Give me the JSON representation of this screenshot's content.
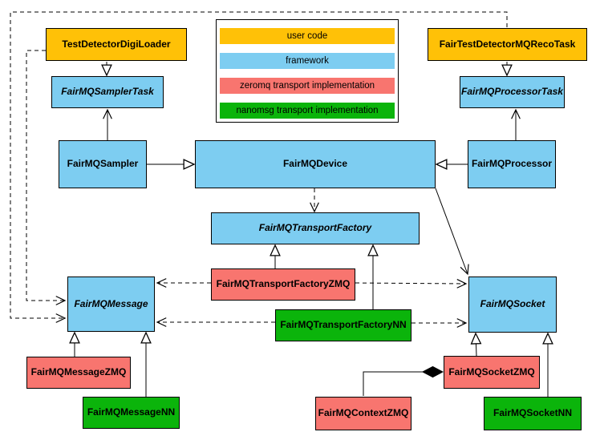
{
  "colors": {
    "user": "#FFC107",
    "framework": "#7DCDF1",
    "zmq": "#F8756F",
    "nn": "#0BB40B",
    "edge": "#000000",
    "background": "#FFFFFF"
  },
  "legend": {
    "items": [
      {
        "id": "user",
        "label": "user code"
      },
      {
        "id": "framework",
        "label": "framework"
      },
      {
        "id": "zmq",
        "label": "zeromq transport implementation"
      },
      {
        "id": "nn",
        "label": "nanomsg transport implementation"
      }
    ]
  },
  "nodes": {
    "testDetectorDigiLoader": {
      "label": "TestDetectorDigiLoader",
      "category": "user",
      "abstract": false
    },
    "fairTestDetectorMQRecoTask": {
      "label": "FairTestDetectorMQRecoTask",
      "category": "user",
      "abstract": false
    },
    "fairMQSamplerTask": {
      "label": "FairMQSamplerTask",
      "category": "framework",
      "abstract": true
    },
    "fairMQProcessorTask": {
      "label": "FairMQProcessorTask",
      "category": "framework",
      "abstract": true
    },
    "fairMQSampler": {
      "label": "FairMQSampler",
      "category": "framework",
      "abstract": false
    },
    "fairMQDevice": {
      "label": "FairMQDevice",
      "category": "framework",
      "abstract": false
    },
    "fairMQProcessor": {
      "label": "FairMQProcessor",
      "category": "framework",
      "abstract": false
    },
    "fairMQTransportFactory": {
      "label": "FairMQTransportFactory",
      "category": "framework",
      "abstract": true
    },
    "fairMQTransportFactoryZMQ": {
      "label": "FairMQTransportFactoryZMQ",
      "category": "zmq",
      "abstract": false
    },
    "fairMQTransportFactoryNN": {
      "label": "FairMQTransportFactoryNN",
      "category": "nn",
      "abstract": false
    },
    "fairMQMessage": {
      "label": "FairMQMessage",
      "category": "framework",
      "abstract": true
    },
    "fairMQSocket": {
      "label": "FairMQSocket",
      "category": "framework",
      "abstract": true
    },
    "fairMQMessageZMQ": {
      "label": "FairMQMessageZMQ",
      "category": "zmq",
      "abstract": false
    },
    "fairMQMessageNN": {
      "label": "FairMQMessageNN",
      "category": "nn",
      "abstract": false
    },
    "fairMQSocketZMQ": {
      "label": "FairMQSocketZMQ",
      "category": "zmq",
      "abstract": false
    },
    "fairMQContextZMQ": {
      "label": "FairMQContextZMQ",
      "category": "zmq",
      "abstract": false
    },
    "fairMQSocketNN": {
      "label": "FairMQSocketNN",
      "category": "nn",
      "abstract": false
    }
  },
  "relationships": [
    {
      "from": "TestDetectorDigiLoader",
      "to": "FairMQSamplerTask",
      "type": "inheritance"
    },
    {
      "from": "FairTestDetectorMQRecoTask",
      "to": "FairMQProcessorTask",
      "type": "inheritance"
    },
    {
      "from": "FairMQSampler",
      "to": "FairMQSamplerTask",
      "type": "association"
    },
    {
      "from": "FairMQProcessor",
      "to": "FairMQProcessorTask",
      "type": "association"
    },
    {
      "from": "FairMQSampler",
      "to": "FairMQDevice",
      "type": "inheritance"
    },
    {
      "from": "FairMQProcessor",
      "to": "FairMQDevice",
      "type": "inheritance"
    },
    {
      "from": "FairMQDevice",
      "to": "FairMQTransportFactory",
      "type": "dependency"
    },
    {
      "from": "FairMQDevice",
      "to": "FairMQSocket",
      "type": "association"
    },
    {
      "from": "FairMQTransportFactoryZMQ",
      "to": "FairMQTransportFactory",
      "type": "inheritance"
    },
    {
      "from": "FairMQTransportFactoryNN",
      "to": "FairMQTransportFactory",
      "type": "inheritance"
    },
    {
      "from": "FairMQTransportFactoryZMQ",
      "to": "FairMQMessage",
      "type": "dependency"
    },
    {
      "from": "FairMQTransportFactoryZMQ",
      "to": "FairMQSocket",
      "type": "dependency"
    },
    {
      "from": "FairMQTransportFactoryNN",
      "to": "FairMQMessage",
      "type": "dependency"
    },
    {
      "from": "FairMQTransportFactoryNN",
      "to": "FairMQSocket",
      "type": "dependency"
    },
    {
      "from": "TestDetectorDigiLoader",
      "to": "FairMQMessage",
      "type": "dependency"
    },
    {
      "from": "FairTestDetectorMQRecoTask",
      "to": "FairMQMessage",
      "type": "dependency"
    },
    {
      "from": "FairMQMessageZMQ",
      "to": "FairMQMessage",
      "type": "inheritance"
    },
    {
      "from": "FairMQMessageNN",
      "to": "FairMQMessage",
      "type": "inheritance"
    },
    {
      "from": "FairMQSocketZMQ",
      "to": "FairMQSocket",
      "type": "inheritance"
    },
    {
      "from": "FairMQSocketNN",
      "to": "FairMQSocket",
      "type": "inheritance"
    },
    {
      "whole": "FairMQSocketZMQ",
      "part": "FairMQContextZMQ",
      "type": "composition"
    }
  ]
}
